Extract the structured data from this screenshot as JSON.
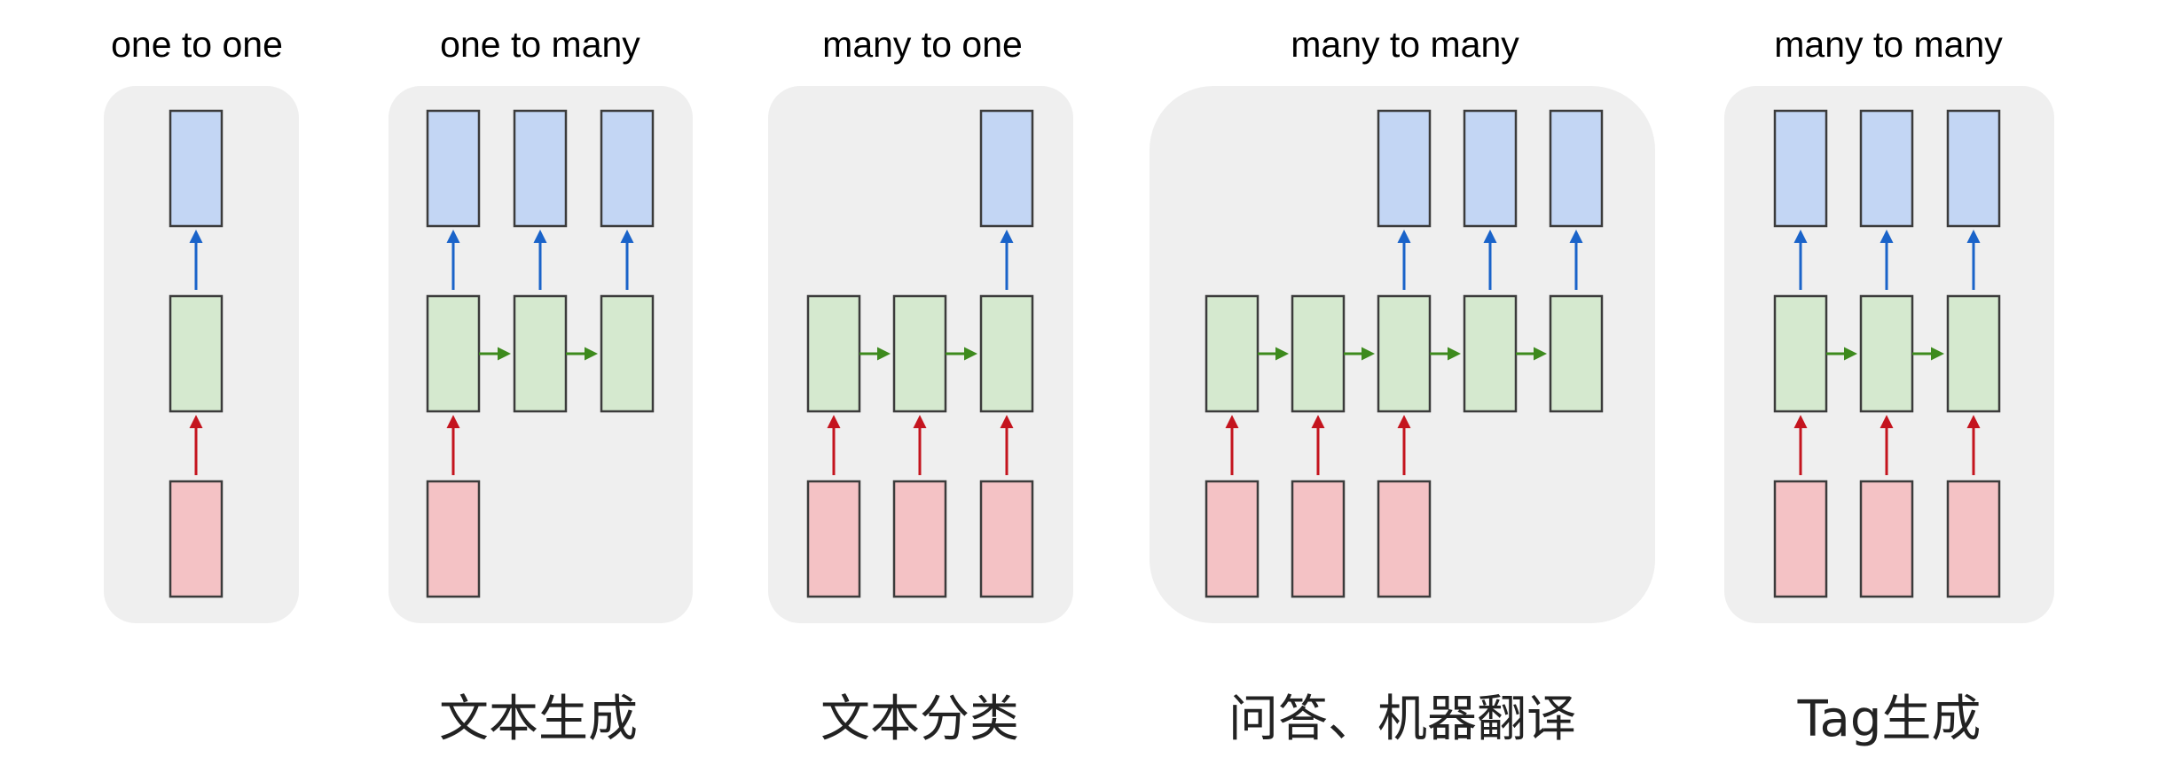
{
  "colors": {
    "panel_background": "#efefef",
    "output_box": "#c3d6f4",
    "hidden_box": "#d5e9cf",
    "input_box": "#f4c2c5",
    "input_arrow": "#c4141e",
    "output_arrow": "#1a63c9",
    "recurrent_arrow": "#3d8a1d"
  },
  "panels": [
    {
      "title": "one to one",
      "caption": "",
      "inputs": [
        0
      ],
      "outputs": [
        0
      ],
      "steps": 1
    },
    {
      "title": "one to many",
      "caption": "文本生成",
      "inputs": [
        0
      ],
      "outputs": [
        0,
        1,
        2
      ],
      "steps": 3
    },
    {
      "title": "many to one",
      "caption": "文本分类",
      "inputs": [
        0,
        1,
        2
      ],
      "outputs": [
        2
      ],
      "steps": 3
    },
    {
      "title": "many to many",
      "caption": "问答、机器翻译",
      "inputs": [
        0,
        1,
        2
      ],
      "outputs": [
        2,
        3,
        4
      ],
      "steps": 5
    },
    {
      "title": "many to many",
      "caption": "Tag生成",
      "inputs": [
        0,
        1,
        2
      ],
      "outputs": [
        0,
        1,
        2
      ],
      "steps": 3
    }
  ]
}
